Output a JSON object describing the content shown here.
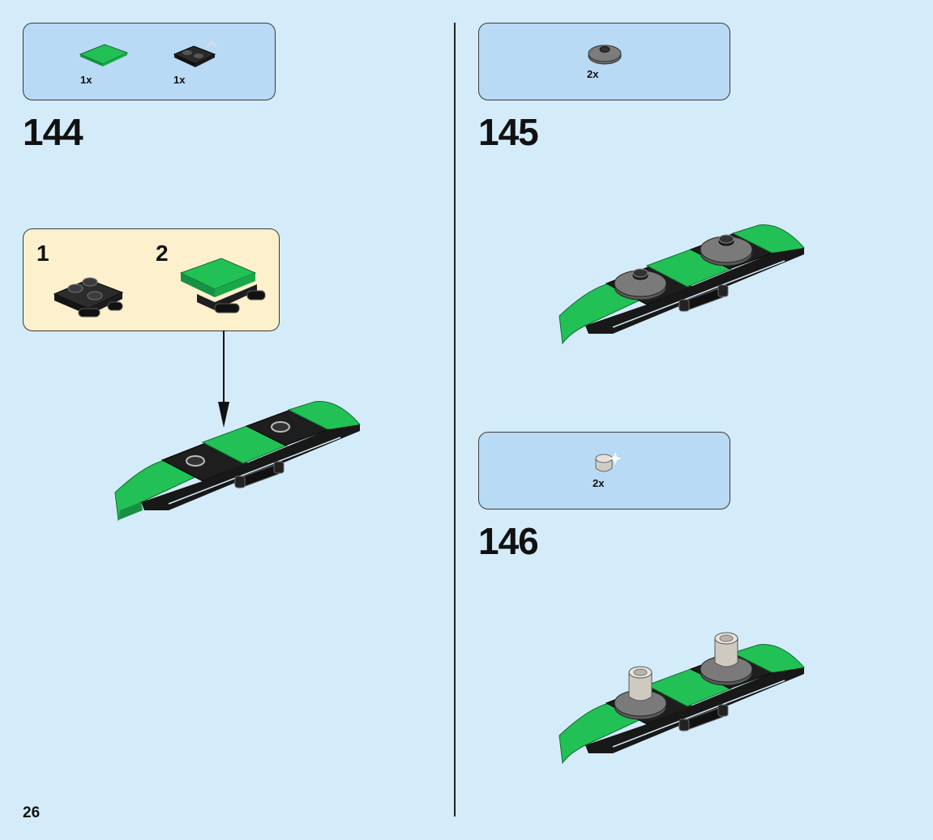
{
  "page": {
    "number": "26"
  },
  "colors": {
    "background": "#d4ecfa",
    "parts_box": "#b8daf4",
    "sub_box": "#fdf0cc",
    "green": "#22c155",
    "black": "#1e1e1e",
    "dark_gray": "#6b6b6b",
    "light_gray": "#c8c8c8"
  },
  "steps": [
    {
      "number": "144",
      "parts": [
        {
          "qty": "1x",
          "icon": "green-flat-tile-icon"
        },
        {
          "qty": "1x",
          "icon": "black-plate-with-clips-icon"
        }
      ],
      "subassembly": {
        "sub_steps": [
          {
            "number": "1"
          },
          {
            "number": "2"
          }
        ]
      }
    },
    {
      "number": "145",
      "parts": [
        {
          "qty": "2x",
          "icon": "dark-gray-round-plate-icon"
        }
      ]
    },
    {
      "number": "146",
      "parts": [
        {
          "qty": "2x",
          "icon": "trans-clear-round-brick-icon"
        }
      ]
    }
  ]
}
